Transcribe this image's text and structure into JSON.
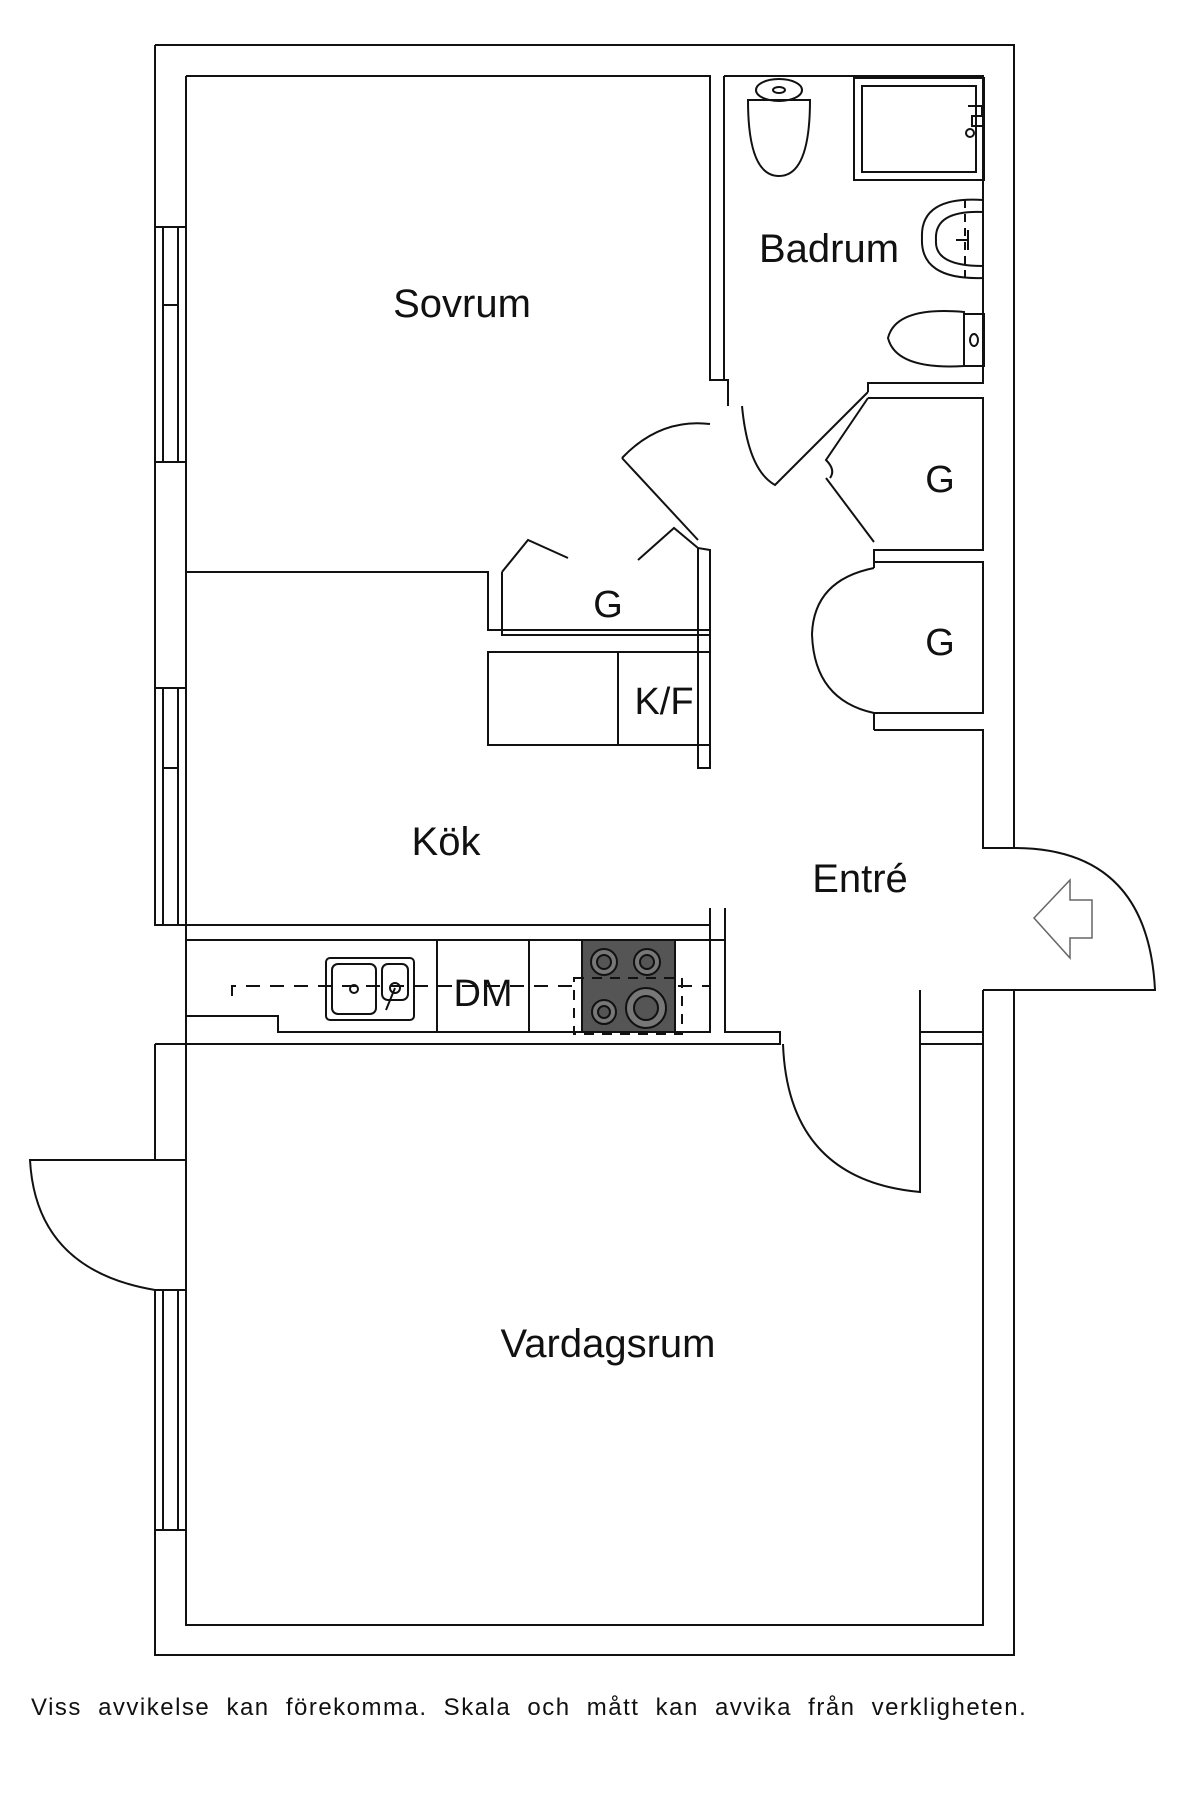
{
  "rooms": {
    "bedroom": "Sovrum",
    "bathroom": "Badrum",
    "kitchen": "Kök",
    "entrance": "Entré",
    "living_room": "Vardagsrum"
  },
  "closets": [
    "G",
    "G",
    "G"
  ],
  "fridge_freezer": "K/F",
  "dishwasher": "DM",
  "disclaimer": "Viss avvikelse kan förekomma. Skala och mått kan avvika från verkligheten.",
  "colors": {
    "line": "#111111",
    "background": "#ffffff",
    "stove": "#555555"
  },
  "icons": [
    "toilet-icon",
    "shower-icon",
    "washbasin-icon",
    "washing-machine-icon",
    "sink-icon",
    "stove-icon",
    "entrance-arrow-icon",
    "window-icon",
    "door-swing-icon"
  ]
}
